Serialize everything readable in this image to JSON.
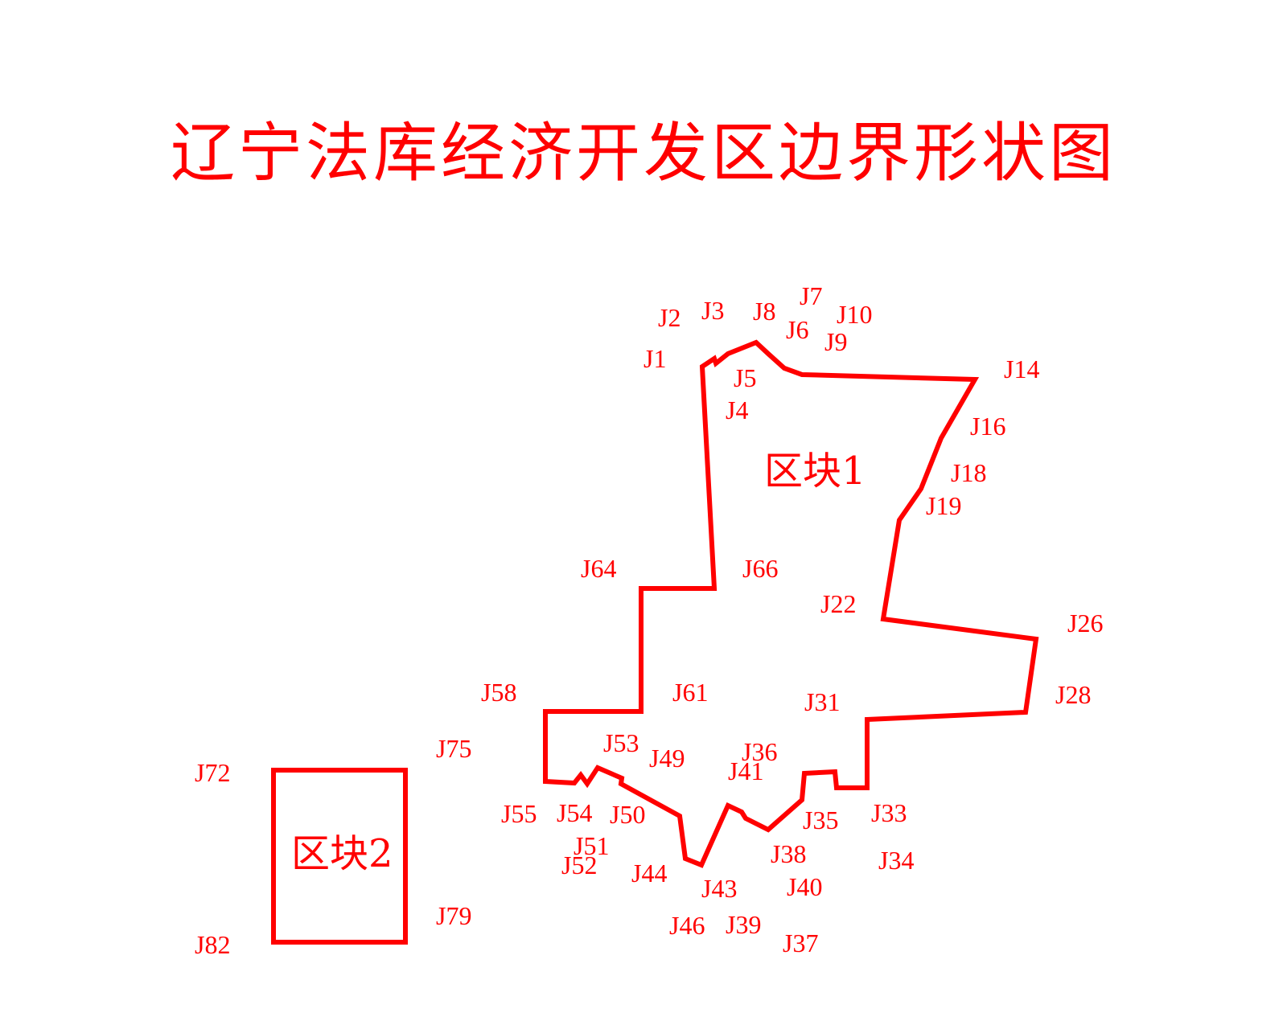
{
  "title": "辽宁法库经济开发区边界形状图",
  "colors": {
    "boundary": "#ff0000",
    "text": "#ff0000",
    "background": "#ffffff"
  },
  "blocks": [
    {
      "name": "区块1"
    },
    {
      "name": "区块2"
    }
  ],
  "points": {
    "J1": "J1",
    "J2": "J2",
    "J3": "J3",
    "J4": "J4",
    "J5": "J5",
    "J6": "J6",
    "J7": "J7",
    "J8": "J8",
    "J9": "J9",
    "J10": "J10",
    "J14": "J14",
    "J16": "J16",
    "J18": "J18",
    "J19": "J19",
    "J22": "J22",
    "J26": "J26",
    "J28": "J28",
    "J31": "J31",
    "J33": "J33",
    "J34": "J34",
    "J35": "J35",
    "J36": "J36",
    "J37": "J37",
    "J38": "J38",
    "J39": "J39",
    "J40": "J40",
    "J41": "J41",
    "J43": "J43",
    "J44": "J44",
    "J46": "J46",
    "J49": "J49",
    "J50": "J50",
    "J51": "J51",
    "J52": "J52",
    "J53": "J53",
    "J54": "J54",
    "J55": "J55",
    "J58": "J58",
    "J61": "J61",
    "J64": "J64",
    "J66": "J66",
    "J72": "J72",
    "J75": "J75",
    "J79": "J79",
    "J82": "J82"
  }
}
